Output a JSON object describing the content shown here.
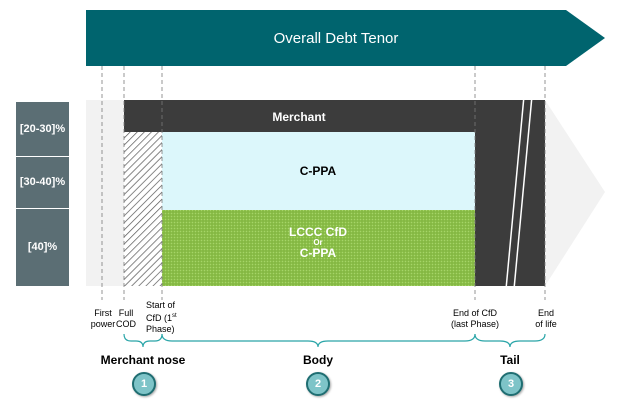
{
  "banner": {
    "title": "Overall Debt Tenor"
  },
  "bands": [
    {
      "label": "[20-30]%"
    },
    {
      "label": "[30-40]%"
    },
    {
      "label": "[40]%"
    }
  ],
  "blocks": {
    "merchant": "Merchant",
    "cppa": "C-PPA",
    "lccc_line1": "LCCC CfD",
    "lccc_or": "Or",
    "lccc_line3": "C-PPA"
  },
  "timeline_labels": {
    "first_power_1": "First",
    "first_power_2": "power",
    "full_cod_1": "Full",
    "full_cod_2": "COD",
    "start_cfd_1": "Start of",
    "start_cfd_2": "CfD (1",
    "start_cfd_sup": "st",
    "start_cfd_3": "Phase)",
    "end_cfd_1": "End of CfD",
    "end_cfd_2": "(last Phase)",
    "end_life_1": "End",
    "end_life_2": "of life"
  },
  "sections": [
    {
      "label": "Merchant nose",
      "number": "1"
    },
    {
      "label": "Body",
      "number": "2"
    },
    {
      "label": "Tail",
      "number": "3"
    }
  ],
  "colors": {
    "banner": "#00646e",
    "band_box": "#5b6e74",
    "merchant": "#3c3c3c",
    "cppa": "#dcf7fb",
    "lccc": "#8cc04a",
    "circle_fill": "#7ec4c8",
    "circle_border": "#1f6e72"
  }
}
